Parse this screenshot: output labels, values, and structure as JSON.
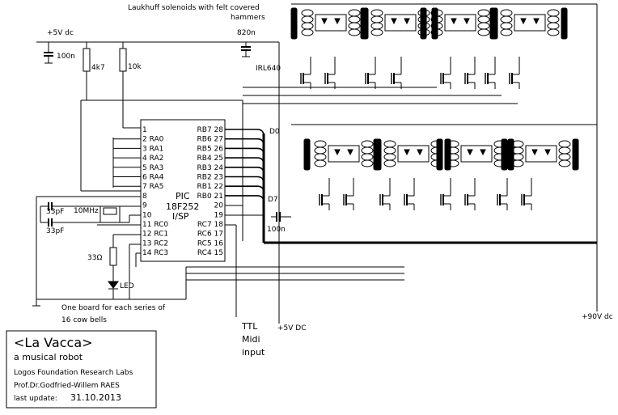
{
  "header": {
    "title_line1": "Laukhuff solenoids  with felt covered",
    "title_line2": "hammers"
  },
  "power": {
    "vdd_label": "+5V dc",
    "vdd_bottom": "+5V DC",
    "v90": "+90V dc"
  },
  "components": {
    "c1": "100n",
    "r1": "4k7",
    "r2": "10k",
    "c_top": "820n",
    "mosfet": "IRL640",
    "c_xtal1": "33pF",
    "c_xtal2": "33pF",
    "xtal": "10MHz",
    "r_led": "33Ω",
    "led": "LED",
    "c_vdd": "100n",
    "d0": "D0",
    "d7": "D7"
  },
  "pic": {
    "name1": "PIC",
    "name2": "18F252",
    "isp": "I/SP",
    "left_pins": [
      "1",
      "2 RA0",
      "3 RA1",
      "4 RA2",
      "5 RA3",
      "6 RA4",
      "7 RA5",
      "8",
      "9",
      "10",
      "11  RC0",
      "12  RC1",
      "13  RC2",
      "14  RC3"
    ],
    "right_pins": [
      "RB7 28",
      "RB6 27",
      "RB5 26",
      "RB4 25",
      "RB3 24",
      "RB2 23",
      "RB1 22",
      "RB0 21",
      "20",
      "19",
      "RC7 18",
      "RC6 17",
      "RC5 16",
      "RC4 15"
    ]
  },
  "notes": {
    "board_note1": "One board for each series of",
    "board_note2": "16 cow bells",
    "ttl1": "TTL",
    "ttl2": "Midi",
    "ttl3": "input"
  },
  "titlebox": {
    "title": "<La Vacca>",
    "subtitle": "a musical robot",
    "org": "Logos Foundation Research Labs",
    "author": "Prof.Dr.Godfried-Willem RAES",
    "update_label": "last update:",
    "update_date": "31.10.2013"
  }
}
